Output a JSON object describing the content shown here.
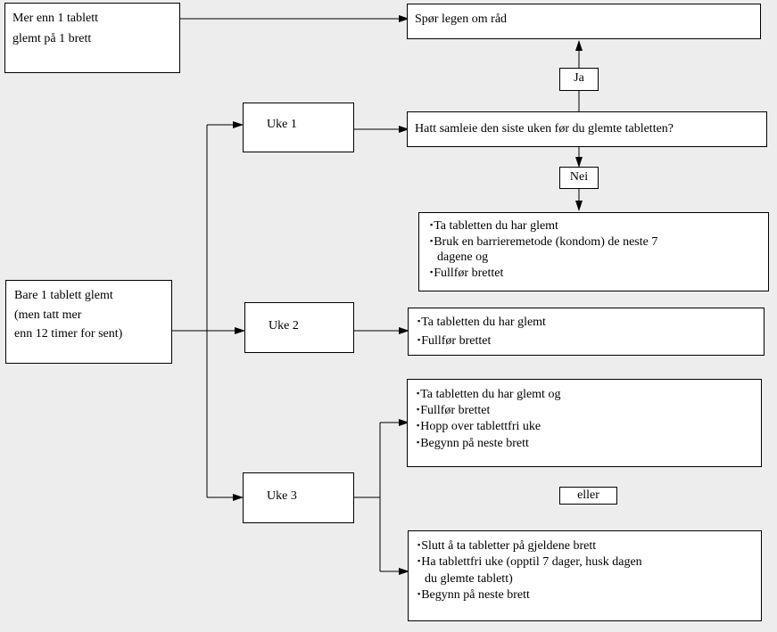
{
  "nodes": {
    "more_than_one": [
      "Mer enn 1 tablett",
      "glemt på 1 brett"
    ],
    "ask_doctor": "Spør legen om råd",
    "yes": "Ja",
    "week1": "Uke 1",
    "question": "Hatt samleie den siste uken før du glemte tabletten?",
    "no": "Nei",
    "week1_actions": [
      "Ta tabletten du har glemt",
      "Bruk en barrieremetode (kondom) de neste 7",
      "dagene og",
      "Fullfør brettet"
    ],
    "only_one": [
      "Bare 1 tablett glemt",
      "(men tatt mer",
      "enn 12 timer for sent)"
    ],
    "week2": "Uke 2",
    "week2_actions": [
      "Ta tabletten du har glemt",
      "Fullfør brettet"
    ],
    "week3": "Uke 3",
    "week3_option_a": [
      "Ta tabletten du har glemt og",
      "Fullfør brettet",
      "Hopp over tablettfri uke",
      "Begynn på neste brett"
    ],
    "or": "eller",
    "week3_option_b": [
      "Slutt å ta tabletter på gjeldene brett",
      "Ha tablettfri uke (opptil 7 dager, husk dagen",
      "du glemte tablett)",
      "Begynn på neste brett"
    ]
  }
}
